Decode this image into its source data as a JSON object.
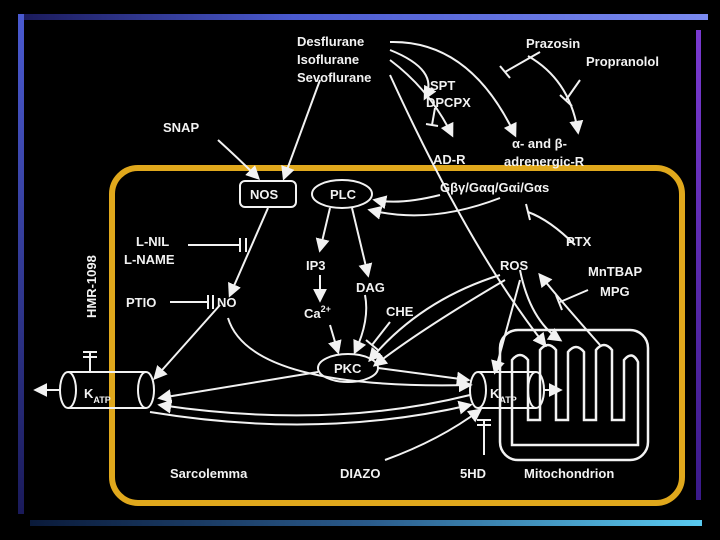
{
  "labels": {
    "desflurane": "Desflurane",
    "isoflurane": "Isoflurane",
    "sevoflurane": "Sevoflurane",
    "prazosin": "Prazosin",
    "propranolol": "Propranolol",
    "spt": "SPT",
    "dpcpx": "DPCPX",
    "snap": "SNAP",
    "ad_r": "AD-R",
    "alpha_beta_1": "α- and β-",
    "alpha_beta_2": "adrenergic-R",
    "g_proteins": "Gβγ/Gαq/Gαi/Gαs",
    "nos": "NOS",
    "plc": "PLC",
    "l_nil": "L-NIL",
    "l_name": "L-NAME",
    "hmr": "HMR-1098",
    "ptx": "PTX",
    "ip3": "IP3",
    "dag": "DAG",
    "ros": "ROS",
    "mntbap": "MnTBAP",
    "mpg": "MPG",
    "ptio": "PTIO",
    "no": "NO",
    "ca": "Ca",
    "ca_sup": "2+",
    "che": "CHE",
    "pkc": "PKC",
    "k": "K",
    "atp": "ATP",
    "sarcolemma": "Sarcolemma",
    "diazo": "DIAZO",
    "hd5": "5HD",
    "mitochondrion": "Mitochondrion"
  },
  "colors": {
    "membrane": "#e0a81c",
    "ink": "#f2f2f2",
    "background": "#000000"
  }
}
